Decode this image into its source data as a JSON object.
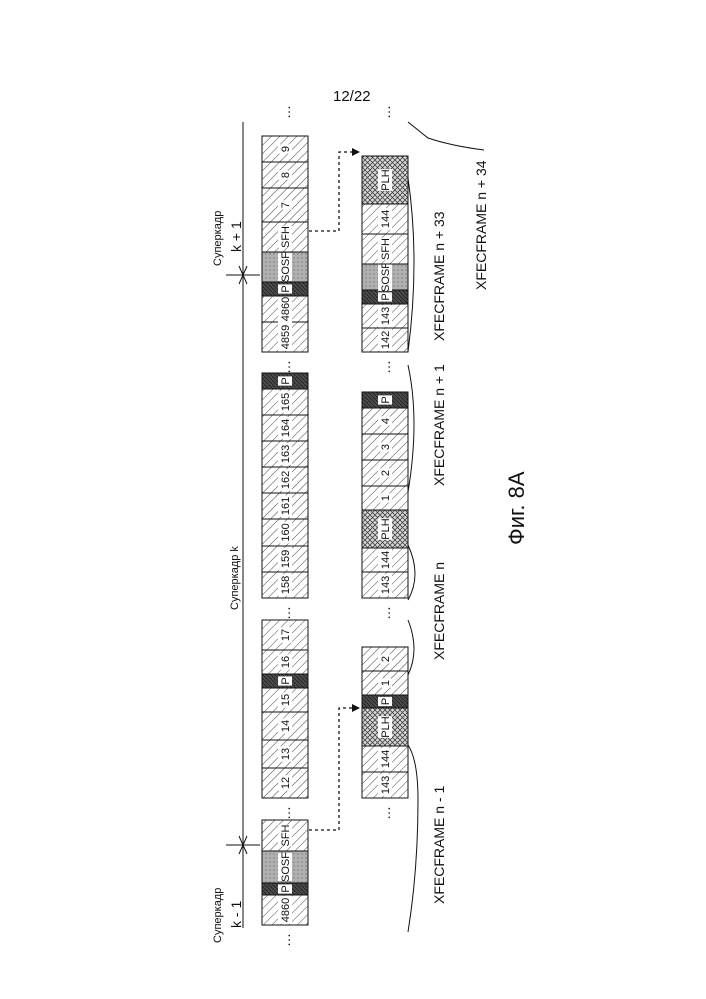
{
  "page_number": "12/22",
  "figure_caption": "Фиг. 8A",
  "top_row": {
    "groups": [
      [
        "4860",
        "P",
        "SOSF",
        "SFH"
      ],
      [
        "12",
        "13",
        "14",
        "15",
        "P",
        "16",
        "17"
      ],
      [
        "158",
        "159",
        "160",
        "161",
        "162",
        "163",
        "164",
        "165",
        "P"
      ],
      [
        "4859",
        "4860",
        "P",
        "SOSF",
        "SFH",
        "7",
        "8",
        "9"
      ]
    ]
  },
  "bottom_row": {
    "groups": [
      [
        "143",
        "144",
        "PLH",
        "P",
        "1",
        "2"
      ],
      [
        "143",
        "144",
        "PLH",
        "1",
        "2",
        "3",
        "4",
        "P"
      ],
      [
        "142",
        "143",
        "P",
        "SOSF",
        "SFH",
        "144",
        "PLH"
      ]
    ]
  },
  "superframe_labels": {
    "prev_line1": "Суперкадр",
    "prev_line2": "k - 1",
    "curr": "Суперкадр k",
    "next_line1": "Суперкадр",
    "next_line2": "k + 1"
  },
  "xfecframe_labels": {
    "n_minus_1": "XFECFRAME n - 1",
    "n": "XFECFRAME n",
    "n_plus_1": "XFECFRAME n + 1",
    "n_plus_33": "XFECFRAME n + 33",
    "n_plus_34": "XFECFRAME n + 34"
  },
  "ellipsis": "…",
  "colors": {
    "line": "#111111",
    "pilot": "#555555",
    "sosf": "#9a9a9a"
  }
}
